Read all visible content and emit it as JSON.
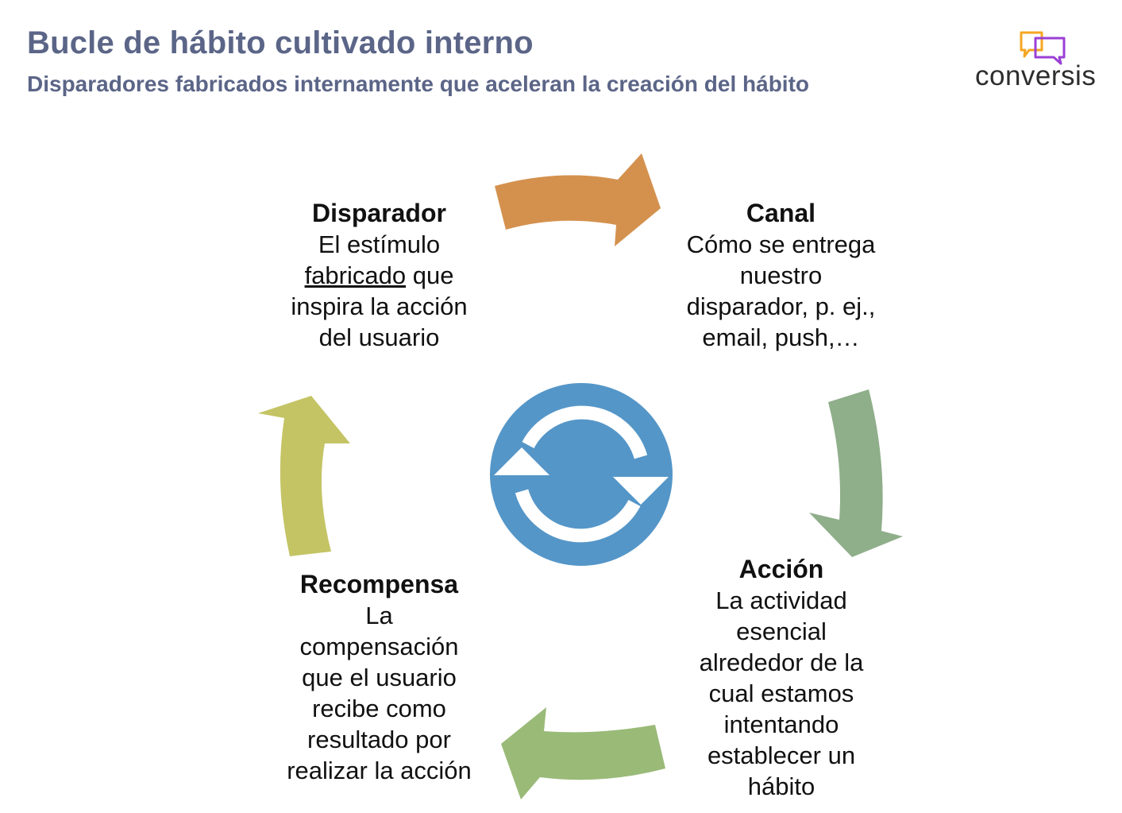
{
  "header": {
    "title": "Bucle de hábito cultivado interno",
    "subtitle": "Disparadores fabricados internamente que aceleran la creación del hábito"
  },
  "logo": {
    "text": "conversis",
    "icon": "speech-bubbles-icon",
    "colors": [
      "#f5a623",
      "#9b3fd6"
    ]
  },
  "cycle": {
    "center_icon": "refresh-cycle-icon",
    "center_color": "#5596c8",
    "nodes": {
      "trigger": {
        "label": "Disparador",
        "line1": "El estímulo",
        "line2_underlined": "fabricado",
        "line2_rest": " que",
        "line3": "inspira la acción",
        "line4": "del usuario"
      },
      "channel": {
        "label": "Canal",
        "line1": "Cómo se entrega",
        "line2": "nuestro",
        "line3": "disparador, p. ej.,",
        "line4": "email, push,…"
      },
      "action": {
        "label": "Acción",
        "line1": "La actividad",
        "line2": "esencial",
        "line3": "alrededor de la",
        "line4": "cual estamos",
        "line5": "intentando",
        "line6": "establecer un",
        "line7": "hábito"
      },
      "reward": {
        "label": "Recompensa",
        "line1": "La",
        "line2": "compensación",
        "line3": "que el usuario",
        "line4": "recibe como",
        "line5": "resultado por",
        "line6": "realizar la acción"
      }
    },
    "arrow_colors": {
      "trigger_to_channel": "#d4914e",
      "channel_to_action": "#8fae8a",
      "action_to_reward": "#9aba78",
      "reward_to_trigger": "#c4c465"
    }
  }
}
